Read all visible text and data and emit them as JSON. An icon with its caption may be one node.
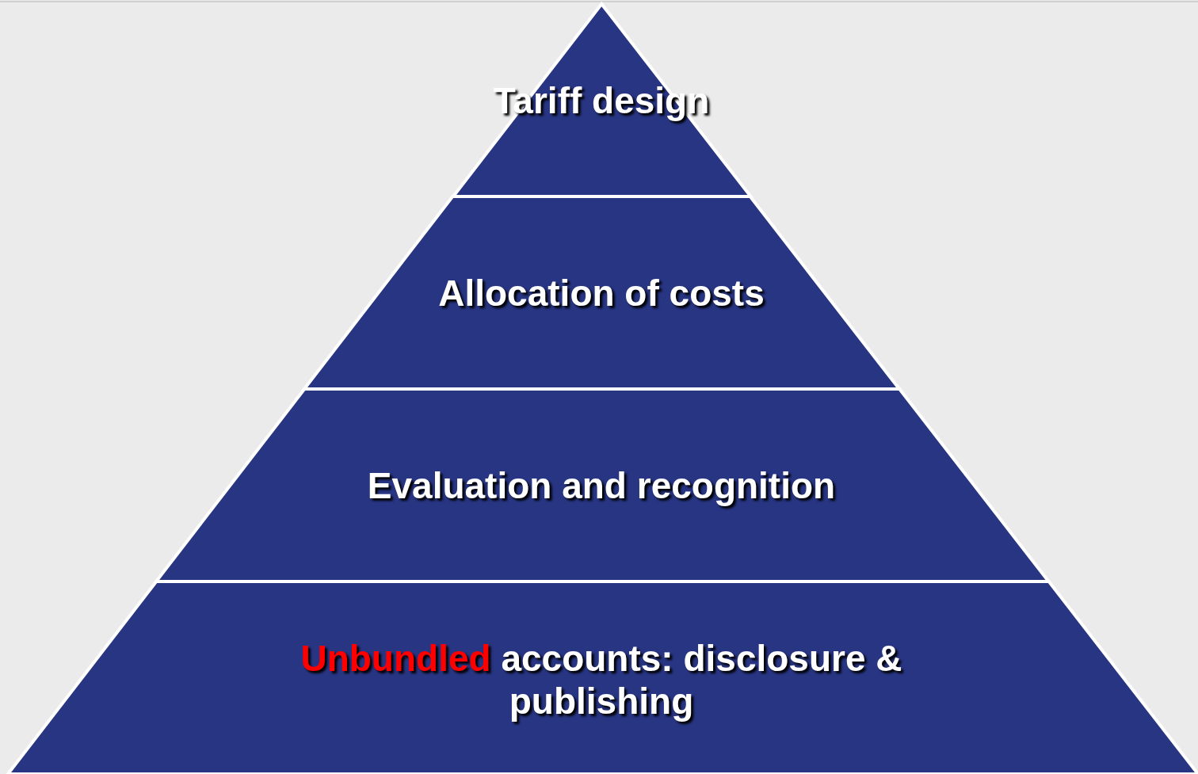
{
  "diagram": {
    "nodes": [
      {
        "text": [
          "Tariff design"
        ]
      },
      {
        "text": [
          "Allocation of costs"
        ]
      },
      {
        "text": [
          "Evaluation and recognition"
        ]
      },
      {
        "text": [
          "*Unbundled* accounts: disclosure & publishing"
        ]
      }
    ]
  }
}
